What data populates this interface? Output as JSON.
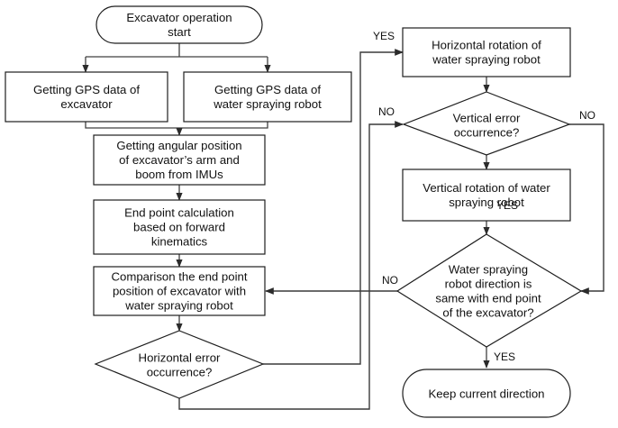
{
  "nodes": {
    "start": [
      "Excavator operation",
      "start"
    ],
    "gps_excavator": [
      "Getting GPS data of",
      "excavator"
    ],
    "gps_robot": [
      "Getting GPS data of",
      "water spraying robot"
    ],
    "angular_position": [
      "Getting angular position",
      "of excavator’s arm and",
      "boom from IMUs"
    ],
    "end_point": [
      "End point calculation",
      "based on forward",
      "kinematics"
    ],
    "comparison": [
      "Comparison the end point",
      "position of excavator with",
      "water spraying robot"
    ],
    "horizontal_error": [
      "Horizontal error",
      "occurrence?"
    ],
    "horizontal_rotation": [
      "Horizontal rotation of",
      "water spraying robot"
    ],
    "vertical_error": [
      "Vertical error",
      "occurrence?"
    ],
    "vertical_rotation": [
      "Vertical rotation of water",
      "spraying robot"
    ],
    "direction_check": [
      "Water spraying",
      "robot direction is",
      "same with end point",
      "of the excavator?"
    ],
    "keep_direction": [
      "Keep current direction"
    ]
  },
  "edge_labels": {
    "yes_horizontal": "YES",
    "no_vertical_left": "NO",
    "no_vertical_right": "NO",
    "yes_vertical": "YES",
    "no_direction": "NO",
    "yes_direction": "YES"
  }
}
